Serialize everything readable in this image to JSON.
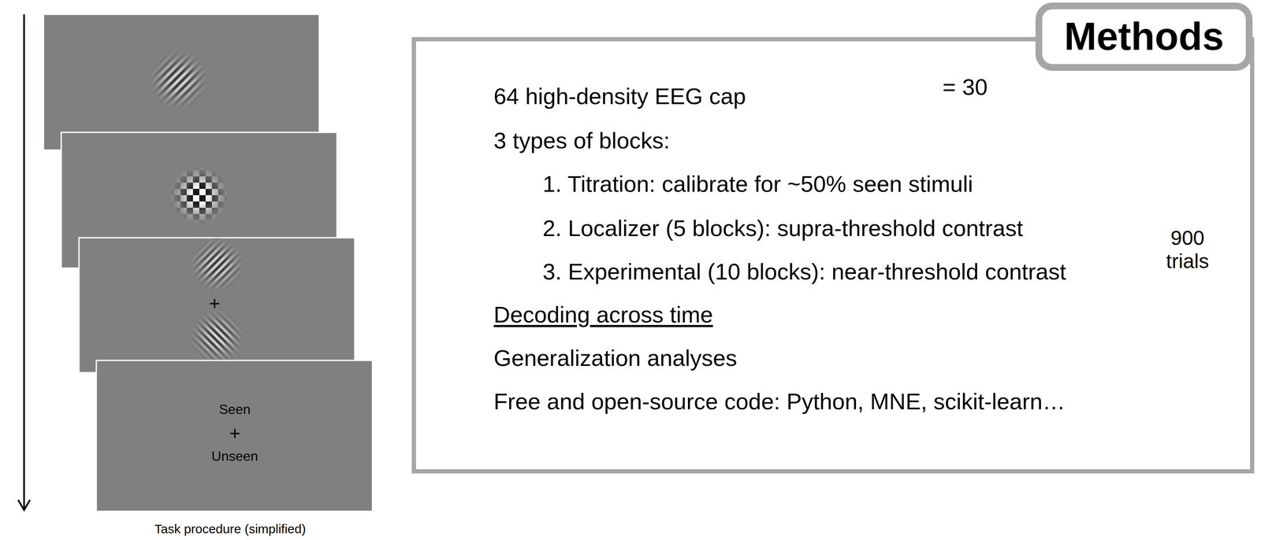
{
  "diagram": {
    "title": "Methods",
    "caption": "Task procedure (simplified)",
    "nodes": [
      {
        "text": [
          "+"
        ]
      },
      {
        "text": [
          "Seen",
          "+",
          "Unseen"
        ]
      },
      {
        "text": [
          "64 high-density EEG cap",
          "3 types of blocks:",
          "1. Titration: calibrate for ~50% seen stimuli",
          "2. Localizer (5 blocks): supra-threshold contrast",
          "3. Experimental (10 blocks): near-threshold contrast",
          "Decoding across time",
          "Generalization analyses",
          "Free and open-source code: Python, MNE, scikit-learn…"
        ]
      }
    ],
    "labels": [
      "= 30",
      "900 trials"
    ]
  }
}
